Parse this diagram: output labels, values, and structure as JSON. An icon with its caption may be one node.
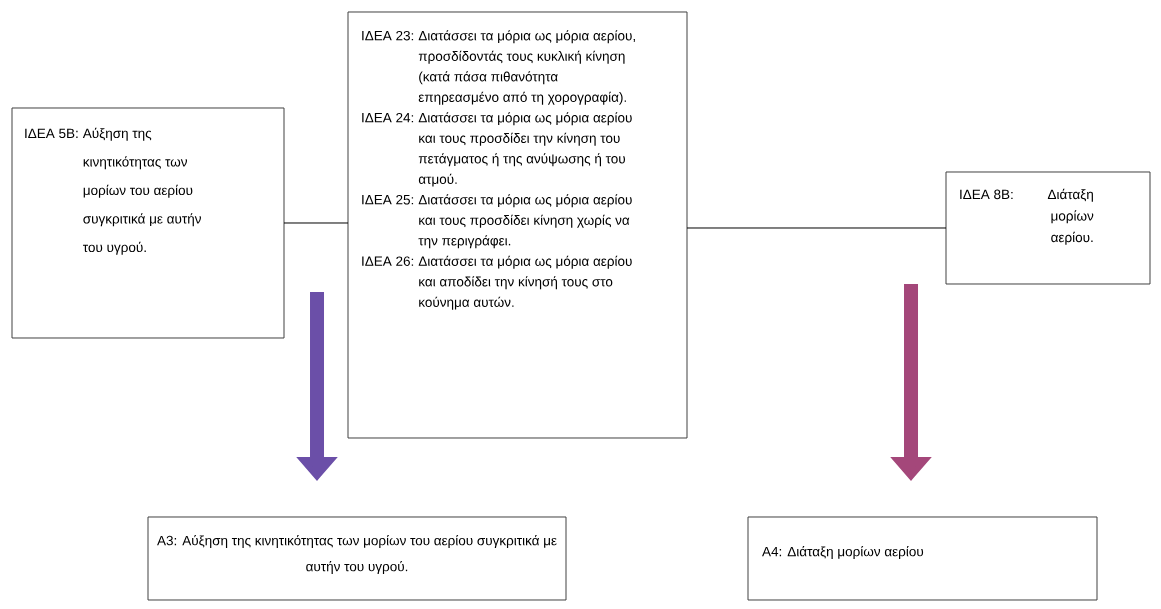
{
  "diagram": {
    "nodes": [
      {
        "text": [
          "ΙΔΕΑ 5Β:",
          "Αύξηση της κινητικότητας των μορίων του αερίου συγκριτικά με αυτήν του υγρού."
        ]
      },
      {
        "text": [
          "ΙΔΕΑ 23:",
          "Διατάσσει τα μόρια ως μόρια αερίου, προσδίδοντάς τους κυκλική κίνηση (κατά πάσα πιθανότητα επηρεασμένο από τη χορογραφία).",
          "ΙΔΕΑ 24:",
          "Διατάσσει τα μόρια ως μόρια αερίου και τους προσδίδει την κίνηση του πετάγματος ή της ανύψωσης ή του ατμού.",
          "ΙΔΕΑ 25:",
          "Διατάσσει τα μόρια ως μόρια αερίου και τους προσδίδει κίνηση χωρίς να την περιγράφει.",
          "ΙΔΕΑ 26:",
          "Διατάσσει τα μόρια ως μόρια αερίου και αποδίδει την κίνησή τους στο κούνημα αυτών."
        ]
      },
      {
        "text": [
          "ΙΔΕΑ 8Β:",
          "Διάταξη μορίων αερίου."
        ]
      },
      {
        "text": [
          "Α3: Αύξηση της κινητικότητας των μορίων του αερίου συγκριτικά με αυτήν του υγρού."
        ]
      },
      {
        "text": [
          "Α4: Διάταξη μορίων αερίου"
        ]
      }
    ],
    "edges": [
      {
        "from": 0,
        "to": 1,
        "arrow": "none"
      },
      {
        "from": 1,
        "to": 2,
        "arrow": "none"
      },
      {
        "from": null,
        "to": 3,
        "arrow": "to",
        "style": "thick",
        "color": "#6b4fa8"
      },
      {
        "from": null,
        "to": 4,
        "arrow": "to",
        "style": "thick",
        "color": "#a4477a"
      }
    ]
  }
}
